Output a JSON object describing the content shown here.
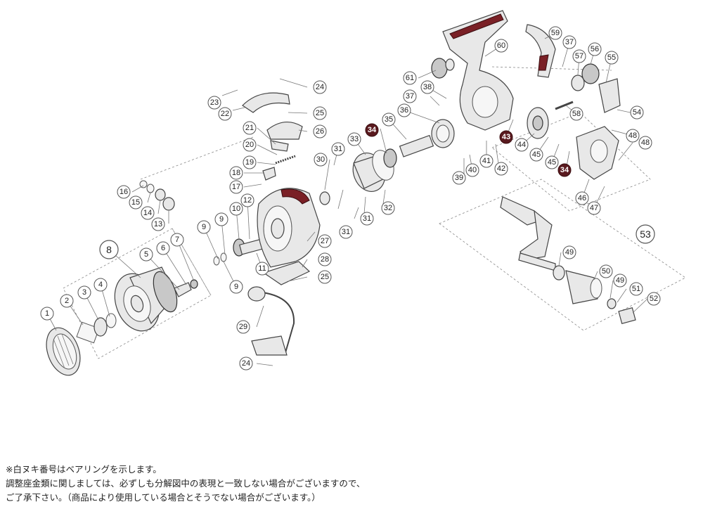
{
  "figure": {
    "kind": "exploded-parts-diagram",
    "callout_labels": [
      "1",
      "2",
      "3",
      "4",
      "5",
      "6",
      "7",
      "8",
      "9",
      "9",
      "9",
      "10",
      "11",
      "12",
      "13",
      "14",
      "15",
      "16",
      "17",
      "18",
      "19",
      "20",
      "21",
      "22",
      "23",
      "24",
      "24",
      "25",
      "25",
      "26",
      "27",
      "28",
      "29",
      "30",
      "31",
      "31",
      "31",
      "32",
      "33",
      "34",
      "34",
      "35",
      "36",
      "37",
      "37",
      "38",
      "39",
      "40",
      "41",
      "42",
      "43",
      "44",
      "45",
      "45",
      "46",
      "47",
      "48",
      "48",
      "49",
      "49",
      "50",
      "51",
      "52",
      "53",
      "54",
      "55",
      "56",
      "57",
      "58",
      "59",
      "60",
      "61"
    ],
    "bearing_callouts": [
      "34",
      "43",
      "34"
    ],
    "assembly_labels": [
      "8",
      "53"
    ],
    "colors": {
      "line": "#444444",
      "part_fill": "#e8e8e8",
      "bearing_fill": "#5a1a1f",
      "accent": "#7a2026"
    }
  },
  "notes": [
    "※白ヌキ番号はベアリングを示します。",
    "調整座金類に関しましては、必ずしも分解図中の表現と一致しない場合がございますので、",
    "ご了承下さい。（商品により使用している場合とそうでない場合がございます。）"
  ]
}
